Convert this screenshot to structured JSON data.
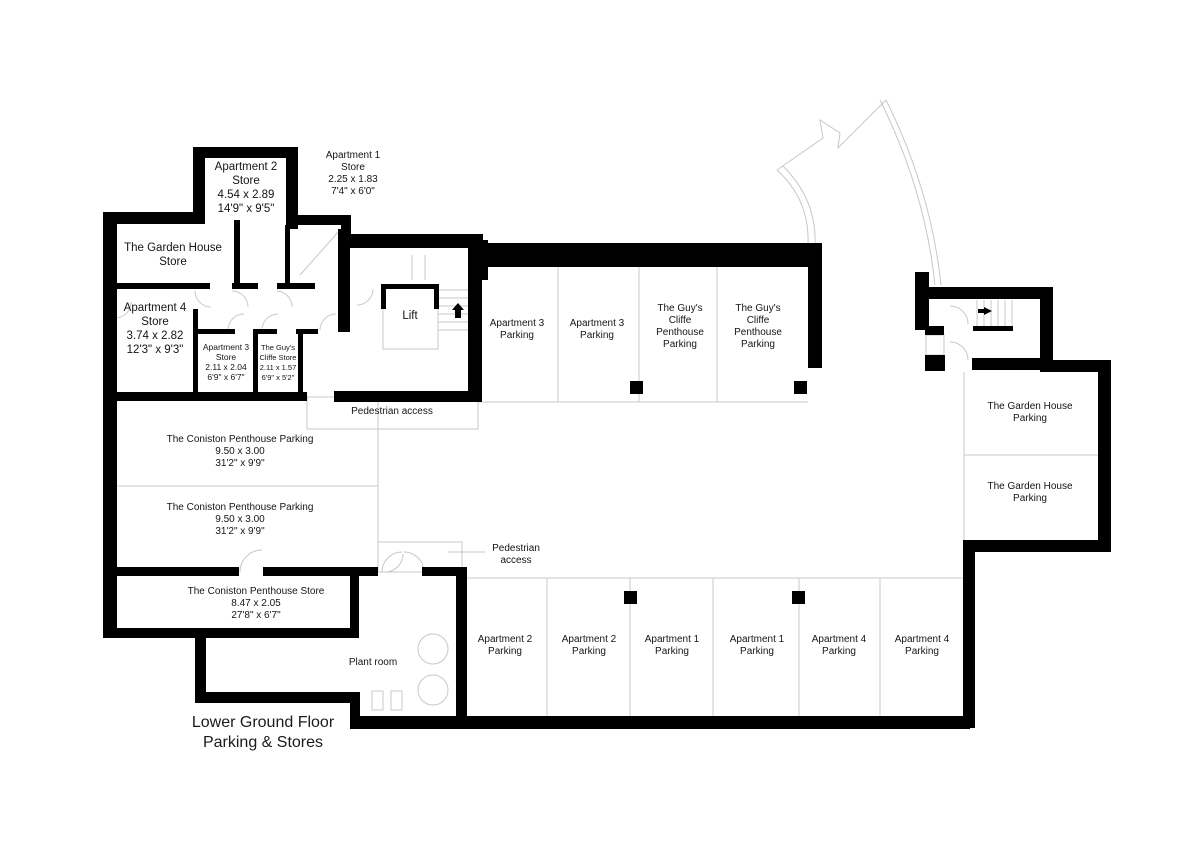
{
  "plan_title": {
    "line1": "Lower Ground Floor",
    "line2": "Parking & Stores"
  },
  "colors": {
    "wall": "#000000",
    "thin_line": "#c8c8c8",
    "background": "#ffffff",
    "text": "#151515"
  },
  "rooms": {
    "apartment_2_store": {
      "name1": "Apartment 2",
      "name2": "Store",
      "metric": "4.54 x 2.89",
      "imperial": "14'9\" x 9'5\""
    },
    "apartment_1_store": {
      "name1": "Apartment 1",
      "name2": "Store",
      "metric": "2.25 x 1.83",
      "imperial": "7'4\" x 6'0\""
    },
    "garden_house_store": {
      "name1": "The Garden House",
      "name2": "Store"
    },
    "apartment_4_store": {
      "name1": "Apartment 4",
      "name2": "Store",
      "metric": "3.74 x 2.82",
      "imperial": "12'3\" x 9'3\""
    },
    "apartment_3_store": {
      "name1": "Apartment 3",
      "name2": "Store",
      "metric": "2.11 x 2.04",
      "imperial": "6'9\" x 6'7\""
    },
    "guys_cliffe_store": {
      "name1": "The Guy's",
      "name2": "Cliffe Store",
      "metric": "2.11 x 1.57",
      "imperial": "6'9\" x 5'2\""
    },
    "lift": {
      "name": "Lift"
    },
    "pedestrian_access_top": {
      "name": "Pedestrian access"
    },
    "pedestrian_access_bottom": {
      "name1": "Pedestrian",
      "name2": "access"
    },
    "coniston_parking_1": {
      "name": "The Coniston Penthouse Parking",
      "metric": "9.50 x 3.00",
      "imperial": "31'2\" x 9'9\""
    },
    "coniston_parking_2": {
      "name": "The Coniston Penthouse Parking",
      "metric": "9.50 x 3.00",
      "imperial": "31'2\" x 9'9\""
    },
    "coniston_store": {
      "name": "The Coniston Penthouse Store",
      "metric": "8.47 x 2.05",
      "imperial": "27'8\" x 6'7\""
    },
    "plant_room": {
      "name": "Plant room"
    }
  },
  "top_parking": [
    {
      "line1": "Apartment 3",
      "line2": "Parking"
    },
    {
      "line1": "Apartment 3",
      "line2": "Parking"
    },
    {
      "line1": "The Guy's",
      "line2": "Cliffe",
      "line3": "Penthouse",
      "line4": "Parking"
    },
    {
      "line1": "The Guy's",
      "line2": "Cliffe",
      "line3": "Penthouse",
      "line4": "Parking"
    }
  ],
  "right_parking": [
    {
      "line1": "The Garden House",
      "line2": "Parking"
    },
    {
      "line1": "The Garden House",
      "line2": "Parking"
    }
  ],
  "bottom_parking": [
    {
      "line1": "Apartment 2",
      "line2": "Parking"
    },
    {
      "line1": "Apartment 2",
      "line2": "Parking"
    },
    {
      "line1": "Apartment 1",
      "line2": "Parking"
    },
    {
      "line1": "Apartment 1",
      "line2": "Parking"
    },
    {
      "line1": "Apartment 4",
      "line2": "Parking"
    },
    {
      "line1": "Apartment 4",
      "line2": "Parking"
    }
  ]
}
